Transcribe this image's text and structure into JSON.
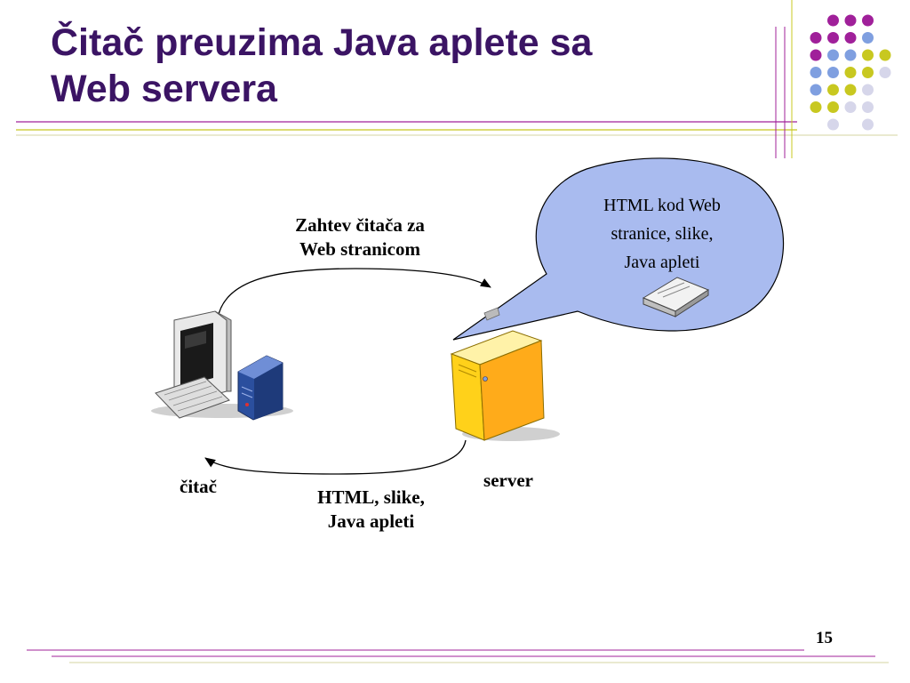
{
  "slide": {
    "title_line1": "Čitač preuzima Java aplete sa",
    "title_line2": "Web servera",
    "page_number": "15"
  },
  "diagram": {
    "request_label_line1": "Zahtev čitača za",
    "request_label_line2": "Web stranicom",
    "response_label_line1": "HTML, slike,",
    "response_label_line2": "Java apleti",
    "client_label": "čitač",
    "server_label": "server",
    "bubble_line1": "HTML kod Web",
    "bubble_line2": "stranice, slike,",
    "bubble_line3": "Java apleti"
  },
  "colors": {
    "title": "#3b1464",
    "accent_purple": "#a0209a",
    "accent_blue": "#7f9fe0",
    "accent_olive": "#c8c820",
    "accent_lavender": "#d6d6ea",
    "bubble_fill": "#a9bbef",
    "server_yellow": "#ffd11a"
  }
}
